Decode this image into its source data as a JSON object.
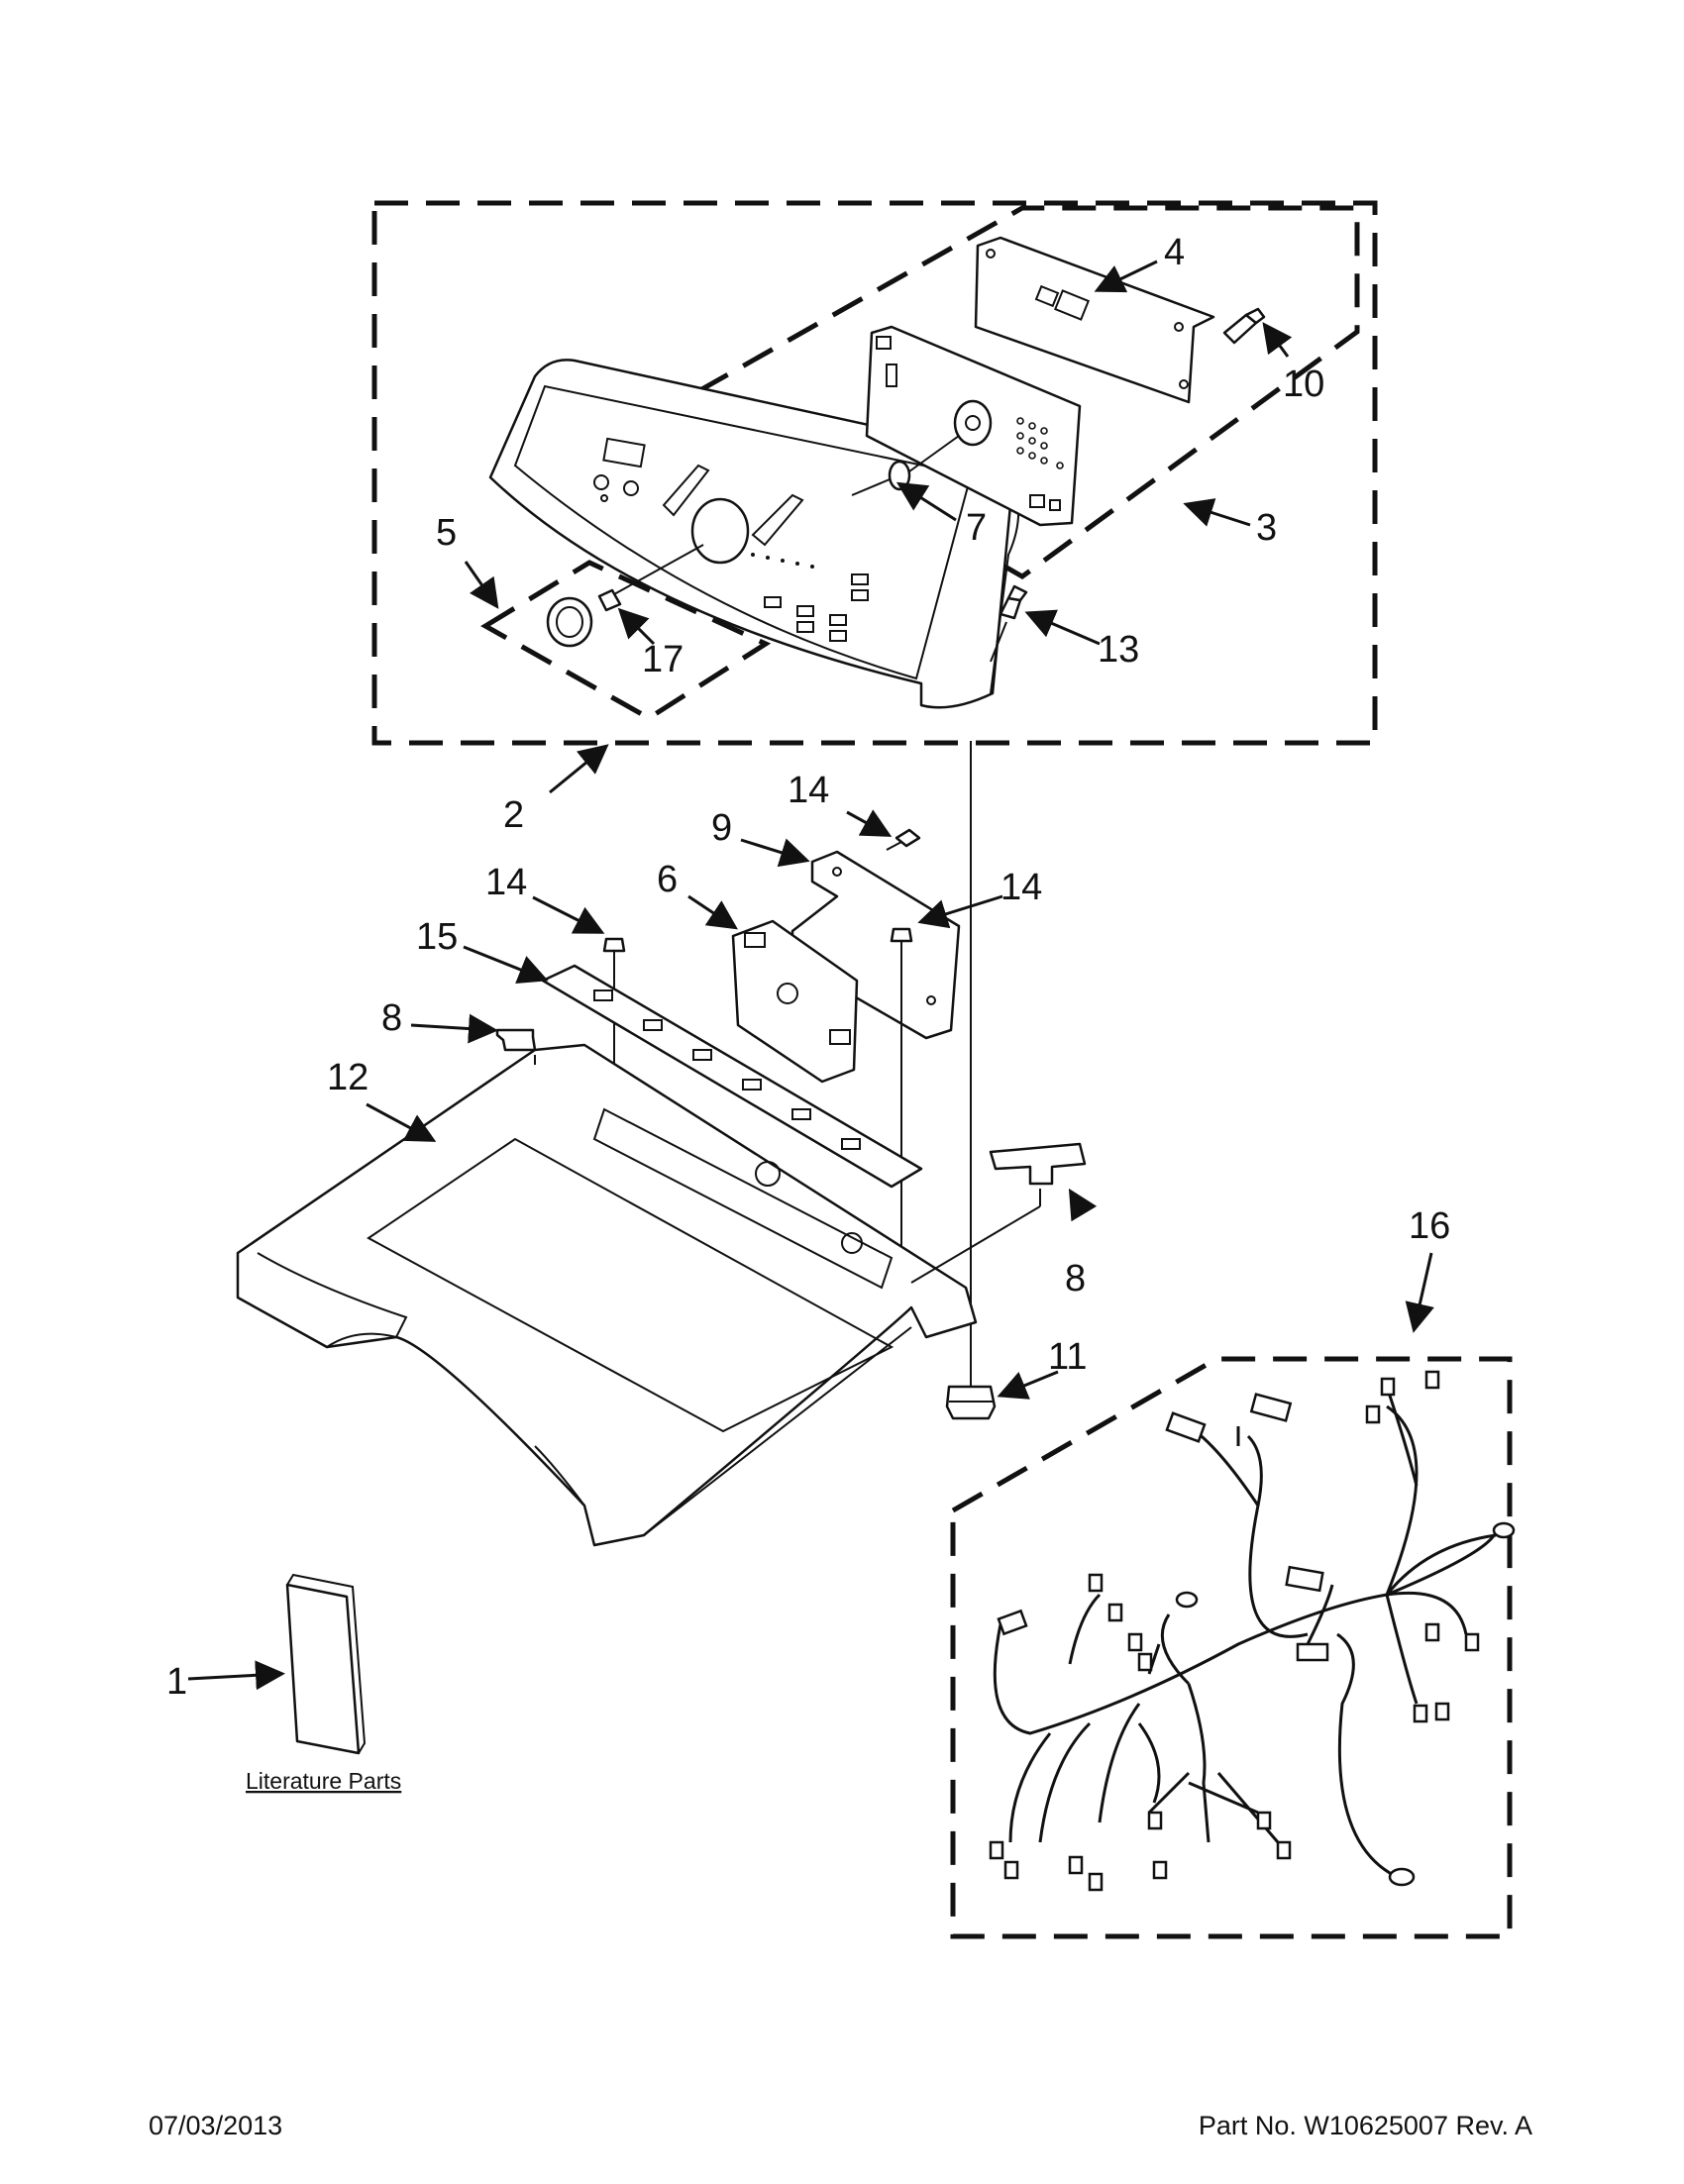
{
  "callouts": {
    "c1": "1",
    "c2": "2",
    "c3": "3",
    "c4": "4",
    "c5": "5",
    "c6": "6",
    "c7": "7",
    "c8a": "8",
    "c8b": "8",
    "c9": "9",
    "c10": "10",
    "c11": "11",
    "c12": "12",
    "c13": "13",
    "c14a": "14",
    "c14b": "14",
    "c14c": "14",
    "c15": "15",
    "c16": "16",
    "c17": "17"
  },
  "literature_label": "Literature Parts",
  "footer": {
    "date": "07/03/2013",
    "part_no": "Part No.  W10625007  Rev.  A"
  }
}
